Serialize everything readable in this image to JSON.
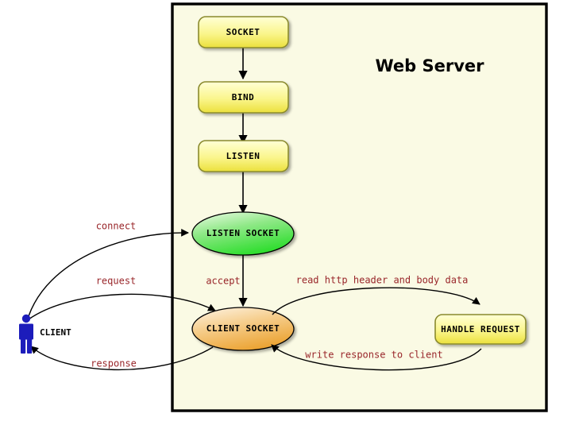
{
  "diagram": {
    "title": "Web Server",
    "panel": {
      "background_color": "#FAFAE4",
      "border_color": "#000000"
    },
    "colors": {
      "process_fill_top": "#FFFFC0",
      "process_fill_bottom": "#EDE33F",
      "process_border": "#8A8A2E",
      "listen_socket_fill_top": "#D6F5CE",
      "listen_socket_fill_bottom": "#3BE03B",
      "client_socket_fill_top": "#FBE6C0",
      "client_socket_fill_bottom": "#EDA637",
      "edge_label_color": "#99262A",
      "actor_color": "#1C1CBB",
      "line_color": "#000000"
    },
    "actor": {
      "name": "CLIENT",
      "icon": "person-icon"
    },
    "nodes": [
      {
        "id": "socket",
        "label": "SOCKET",
        "shape": "rounded-rect"
      },
      {
        "id": "bind",
        "label": "BIND",
        "shape": "rounded-rect"
      },
      {
        "id": "listen",
        "label": "LISTEN",
        "shape": "rounded-rect"
      },
      {
        "id": "listen-socket",
        "label": "LISTEN SOCKET",
        "shape": "ellipse"
      },
      {
        "id": "client-socket",
        "label": "CLIENT SOCKET",
        "shape": "ellipse"
      },
      {
        "id": "handle-request",
        "label": "HANDLE REQUEST",
        "shape": "rounded-rect"
      }
    ],
    "edges": [
      {
        "id": "socket-to-bind",
        "label": "",
        "from": "socket",
        "to": "bind"
      },
      {
        "id": "bind-to-listen",
        "label": "",
        "from": "bind",
        "to": "listen"
      },
      {
        "id": "listen-to-listen-socket",
        "label": "",
        "from": "listen",
        "to": "listen-socket"
      },
      {
        "id": "connect",
        "label": "connect",
        "from": "client",
        "to": "listen-socket"
      },
      {
        "id": "accept",
        "label": "accept",
        "from": "listen-socket",
        "to": "client-socket"
      },
      {
        "id": "request",
        "label": "request",
        "from": "client",
        "to": "client-socket"
      },
      {
        "id": "read",
        "label": "read http header and body data",
        "from": "client-socket",
        "to": "handle-request"
      },
      {
        "id": "write",
        "label": "write response to client",
        "from": "handle-request",
        "to": "client-socket"
      },
      {
        "id": "response",
        "label": "response",
        "from": "client-socket",
        "to": "client"
      }
    ]
  }
}
